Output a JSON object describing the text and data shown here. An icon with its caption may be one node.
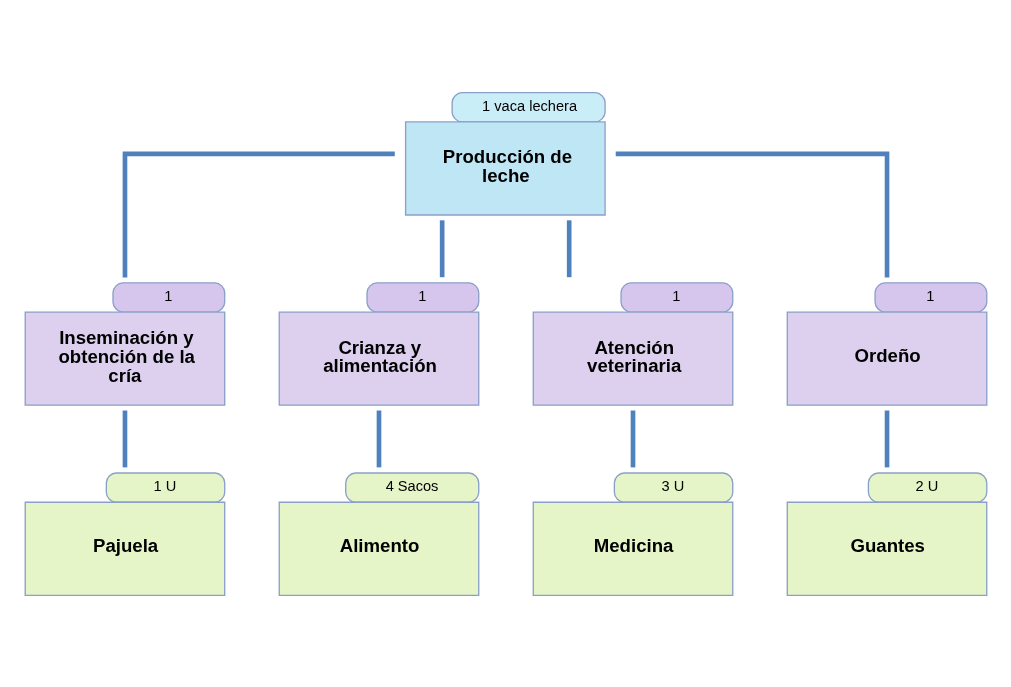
{
  "diagram": {
    "nodes": [
      {
        "text": [
          "Producción de leche"
        ],
        "beside": [
          "1 vaca lechera"
        ]
      },
      {
        "text": [
          "Inseminación y obtención de la cría"
        ],
        "beside": [
          "1"
        ]
      },
      {
        "text": [
          "Crianza y alimentación"
        ],
        "beside": [
          "1"
        ]
      },
      {
        "text": [
          "Atención veterinaria"
        ],
        "beside": [
          "1"
        ]
      },
      {
        "text": [
          "Ordeño"
        ],
        "beside": [
          "1"
        ]
      },
      {
        "text": [
          "Pajuela"
        ],
        "beside": [
          "1 U"
        ]
      },
      {
        "text": [
          "Alimento"
        ],
        "beside": [
          "4 Sacos"
        ]
      },
      {
        "text": [
          "Medicina"
        ],
        "beside": [
          "3 U"
        ]
      },
      {
        "text": [
          "Guantes"
        ],
        "beside": [
          "2 U"
        ]
      }
    ],
    "edges": [
      {
        "from": 0,
        "to": 1,
        "arrow": "none"
      },
      {
        "from": 0,
        "to": 2,
        "arrow": "none"
      },
      {
        "from": 0,
        "to": 3,
        "arrow": "none"
      },
      {
        "from": 0,
        "to": 4,
        "arrow": "none"
      },
      {
        "from": 1,
        "to": 5,
        "arrow": "none"
      },
      {
        "from": 2,
        "to": 6,
        "arrow": "none"
      },
      {
        "from": 3,
        "to": 7,
        "arrow": "none"
      },
      {
        "from": 4,
        "to": 8,
        "arrow": "none"
      }
    ]
  }
}
